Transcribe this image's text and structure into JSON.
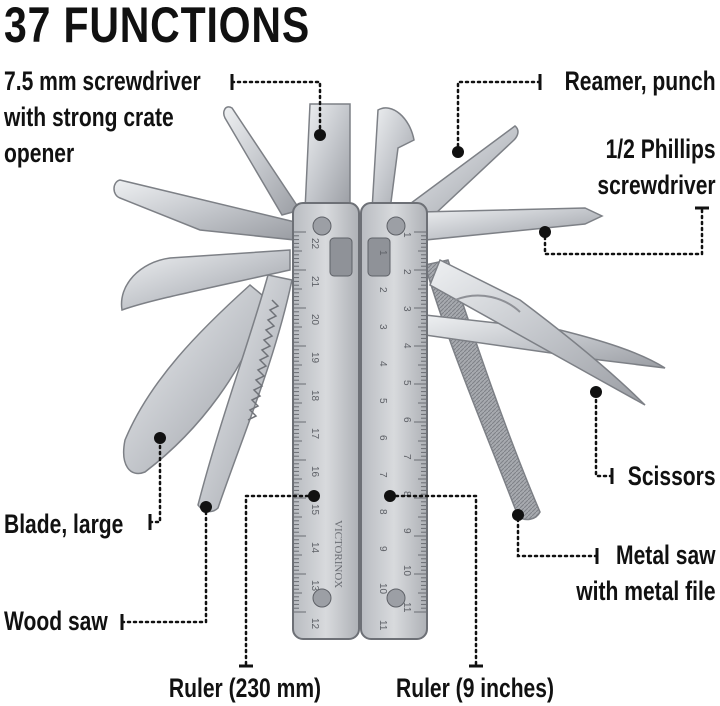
{
  "title": "37 FUNCTIONS",
  "callouts": {
    "screwdriver": [
      "7.5 mm screwdriver",
      "with strong crate",
      "opener"
    ],
    "reamer": [
      "Reamer, punch"
    ],
    "phillips": [
      "1/2 Phillips",
      "screwdriver"
    ],
    "scissors": [
      "Scissors"
    ],
    "blade": [
      "Blade, large"
    ],
    "metal_saw": [
      "Metal saw",
      "with metal file"
    ],
    "wood_saw": [
      "Wood saw"
    ],
    "ruler_mm": [
      "Ruler (230 mm)"
    ],
    "ruler_in": [
      "Ruler (9 inches)"
    ]
  },
  "ruler": {
    "cm_left": [
      "22",
      "21",
      "20",
      "19",
      "18",
      "17",
      "16",
      "15",
      "14",
      "13",
      "12"
    ],
    "in_right": [
      "1",
      "2",
      "3",
      "4",
      "5",
      "6",
      "7",
      "8",
      "9",
      "10",
      "11"
    ],
    "in_left_half": [
      "1",
      "2",
      "3",
      "4",
      "5",
      "6",
      "7",
      "8",
      "9",
      "10",
      "11"
    ],
    "brand": "VICTORINOX"
  },
  "colors": {
    "steel": "#c9cbcf",
    "steel_dark": "#8e9096",
    "text": "#111111",
    "leader": "#111111"
  }
}
